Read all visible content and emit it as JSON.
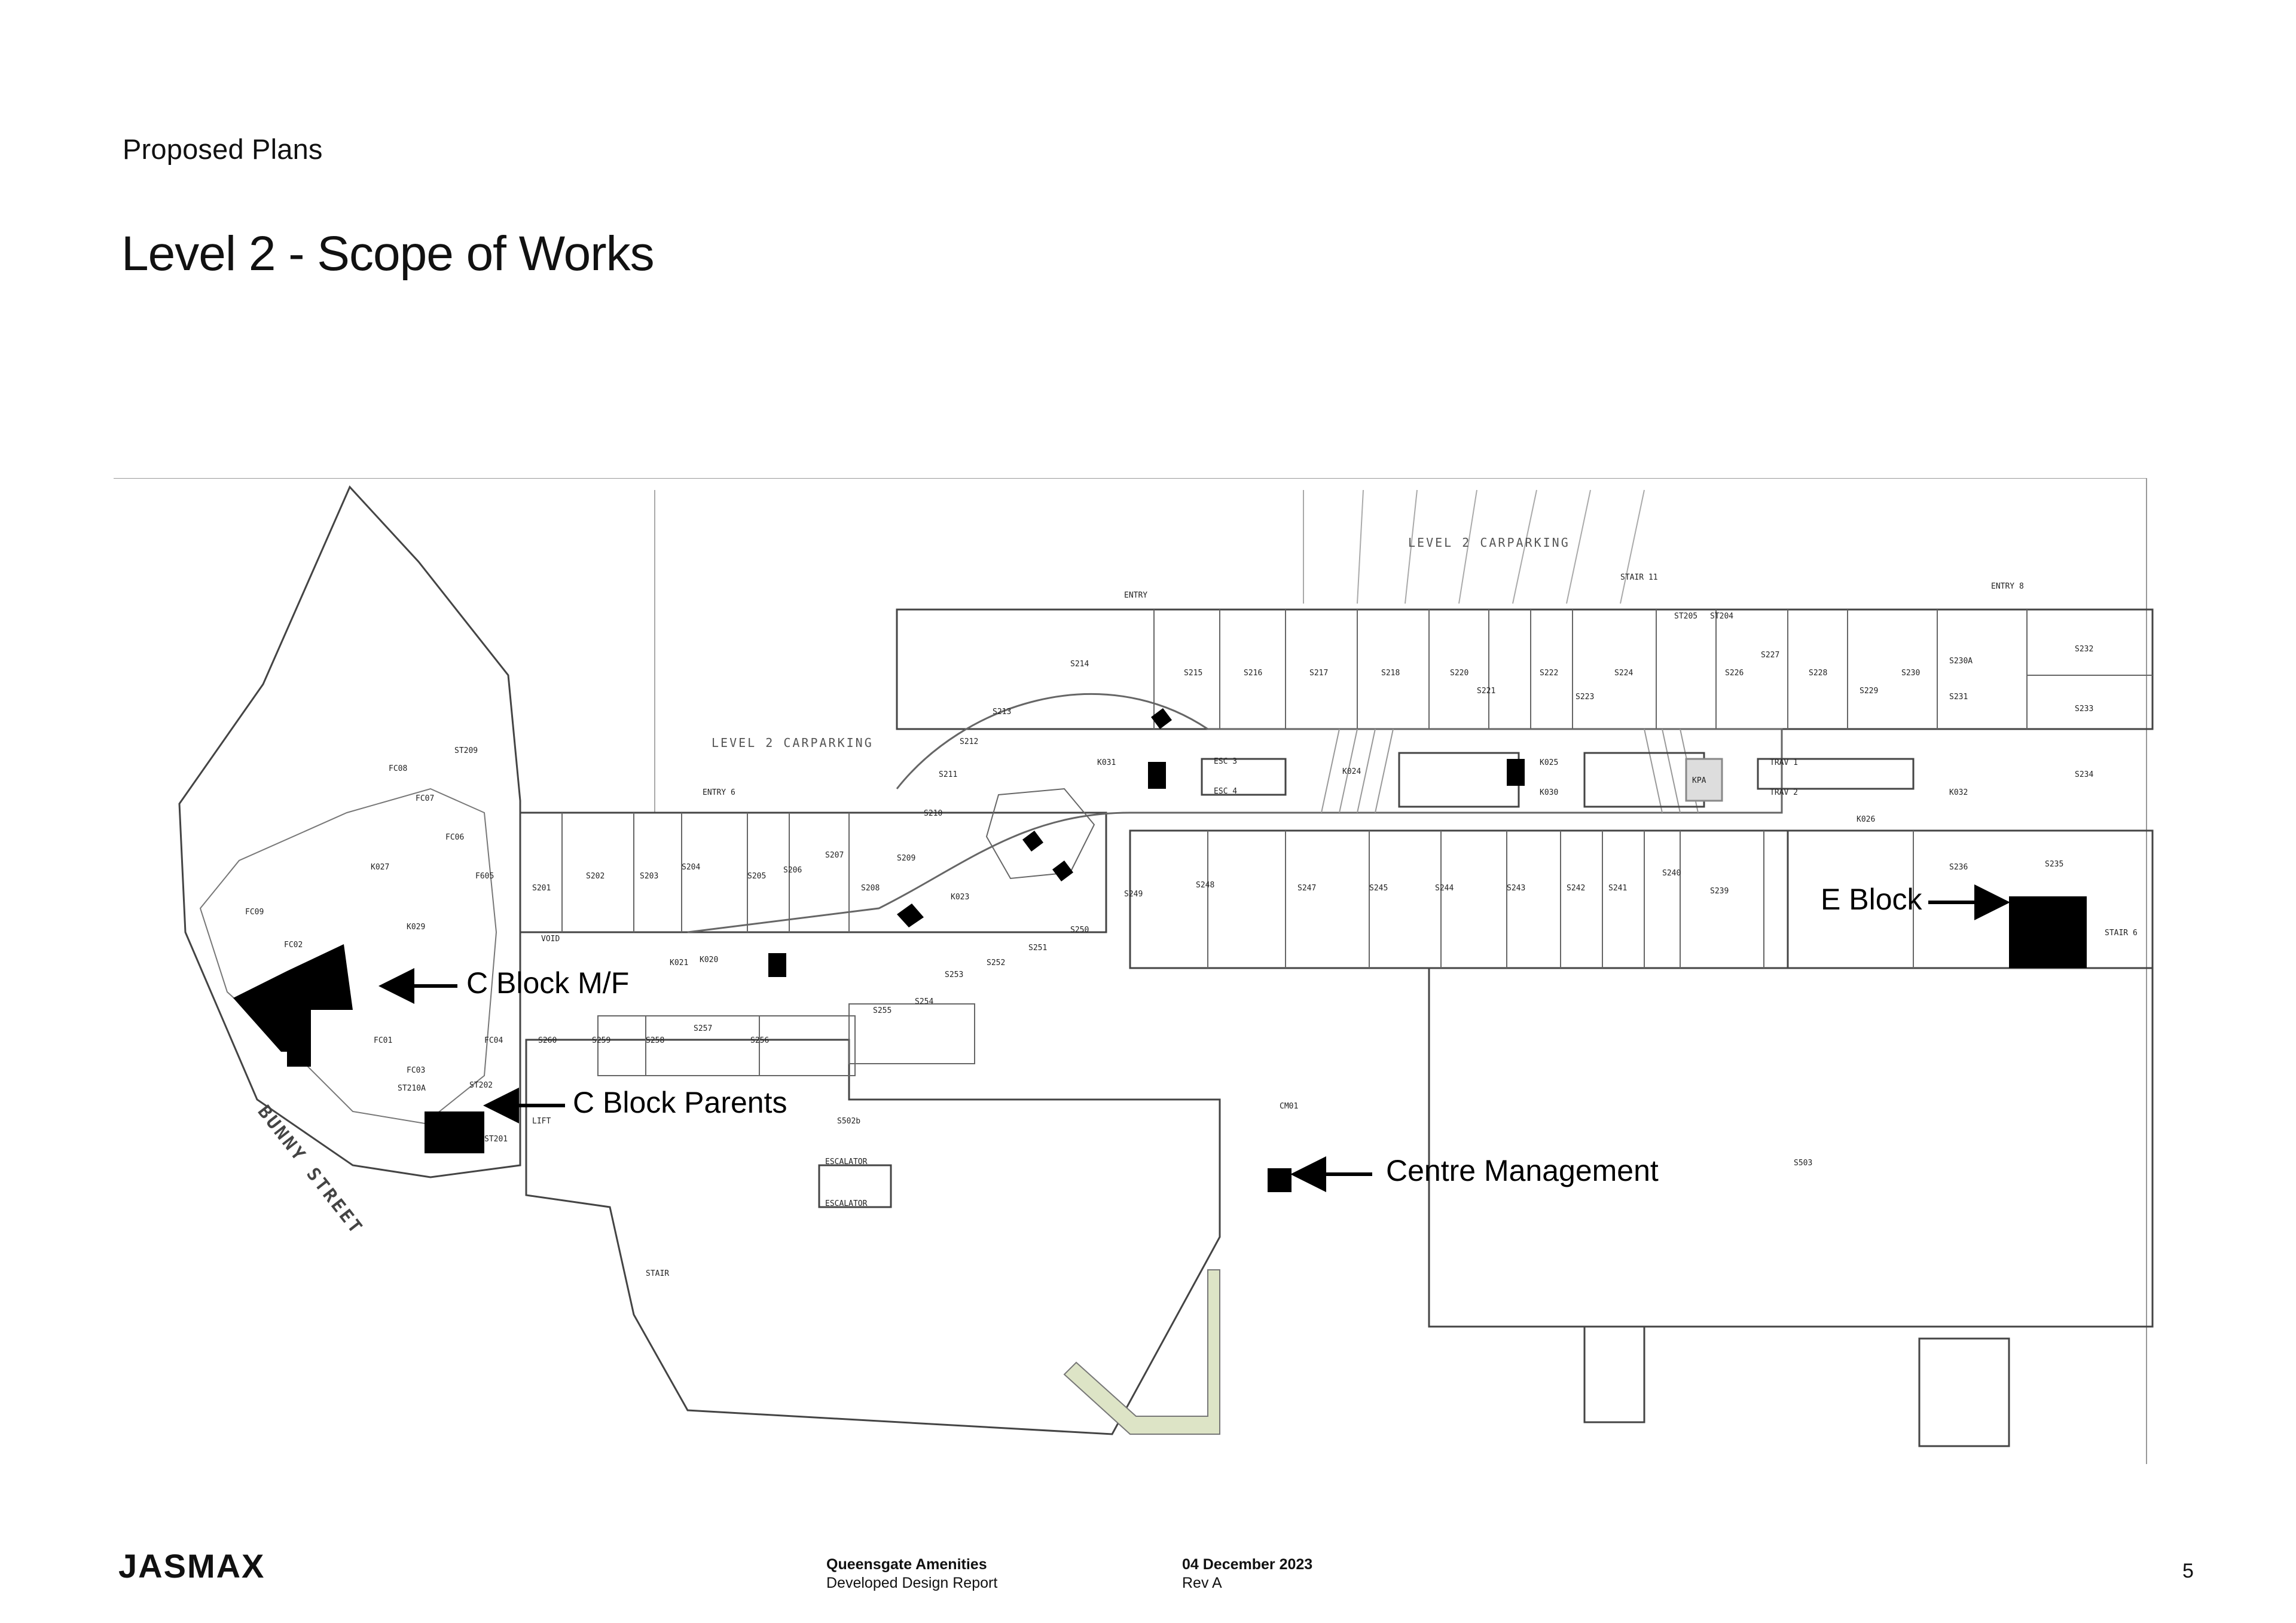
{
  "header": {
    "section": "Proposed Plans",
    "title": "Level 2 - Scope of Works"
  },
  "plan": {
    "carpark_labels": [
      "LEVEL 2 CARPARKING",
      "LEVEL 2 CARPARKING"
    ],
    "street_label": "BUNNY STREET",
    "top_units": [
      "S214",
      "S215",
      "S216",
      "S217",
      "S218",
      "S220",
      "S221",
      "S222",
      "S223",
      "S224",
      "S226",
      "S227",
      "S228",
      "S229",
      "S230",
      "S230A",
      "S231",
      "S232",
      "S233",
      "S234"
    ],
    "bottom_units": [
      "S201",
      "S202",
      "S203",
      "S204",
      "S205",
      "S206",
      "S207",
      "S208",
      "S209",
      "S249",
      "S248",
      "S247",
      "S245",
      "S244",
      "S243",
      "S242",
      "S241",
      "S240",
      "S239",
      "S236",
      "S235"
    ],
    "mid_units": [
      "S210",
      "S211",
      "S212",
      "S213",
      "S250",
      "S251",
      "S252",
      "S253",
      "S254",
      "S255",
      "S256",
      "S257",
      "S258",
      "S259",
      "S260"
    ],
    "food_court": [
      "FC08",
      "FC07",
      "FC06",
      "F605",
      "FC09",
      "FC02",
      "FC01",
      "FC03",
      "FC04",
      "K027",
      "K029"
    ],
    "kiosks": [
      "K021",
      "K020",
      "K023",
      "K031",
      "K024",
      "K025",
      "K030",
      "K026",
      "K032",
      "KPA"
    ],
    "escalators": [
      "ESC 3",
      "ESC 4",
      "ESCALATOR",
      "ESCALATOR",
      "TRAV 1",
      "TRAV 2"
    ],
    "large_tenancies": [
      "S502b",
      "S503",
      "CM01"
    ],
    "misc": [
      "ENTRY",
      "ENTRY 6",
      "ENTRY 8",
      "LIFT",
      "STAIR",
      "STAIR 6",
      "STAIR 11",
      "VOID",
      "ST205",
      "ST204",
      "ST209",
      "ST201",
      "ST202",
      "ST210A"
    ]
  },
  "callouts": {
    "e_block": "E Block",
    "c_block_mf": "C Block M/F",
    "c_block_parents": "C Block Parents",
    "centre_management": "Centre Management"
  },
  "footer": {
    "logo": "JASMAX",
    "project": "Queensgate Amenities",
    "report": "Developed Design Report",
    "date": "04 December 2023",
    "revision": "Rev A",
    "page": "5"
  }
}
